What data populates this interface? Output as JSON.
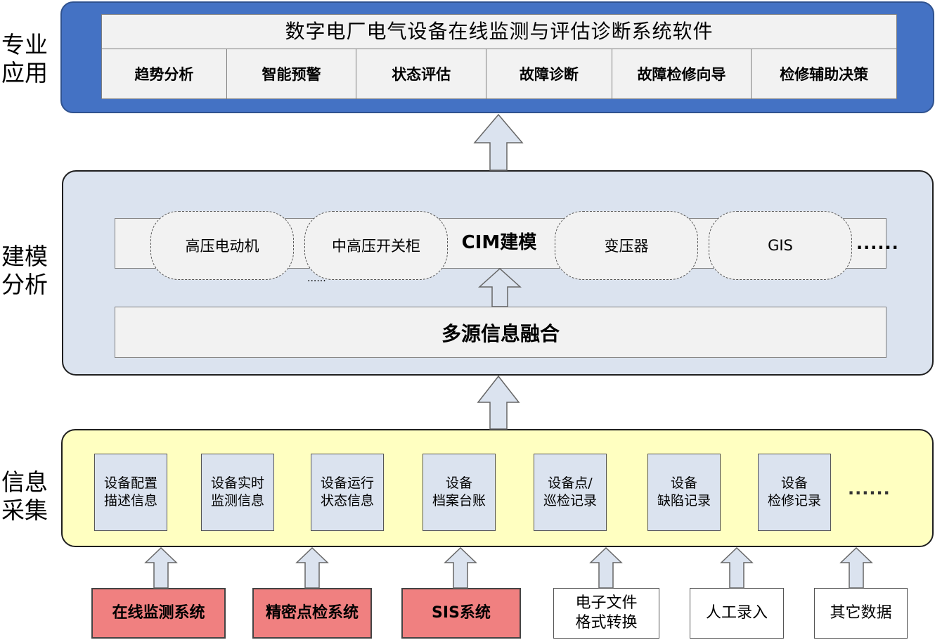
{
  "side_labels": {
    "application": "专业\n应用",
    "modeling": "建模\n分析",
    "collection": "信息\n采集"
  },
  "application_layer": {
    "title": "数字电厂电气设备在线监测与评估诊断系统软件",
    "functions": [
      "趋势分析",
      "智能预警",
      "状态评估",
      "故障诊断",
      "故障检修向导",
      "检修辅助决策"
    ]
  },
  "modeling_layer": {
    "cim_title": "CIM建模",
    "devices": [
      "高压电动机",
      "中高压开关柜",
      "变压器",
      "GIS"
    ],
    "more_devices": "......",
    "more_small": "......",
    "fusion": "多源信息融合"
  },
  "collection_layer": {
    "items": [
      "设备配置\n描述信息",
      "设备实时\n监测信息",
      "设备运行\n状态信息",
      "设备\n档案台账",
      "设备点/\n巡检记录",
      "设备\n缺陷记录",
      "设备\n检修记录"
    ],
    "more": "......"
  },
  "sources": [
    {
      "label": "在线监测系统",
      "highlight": true
    },
    {
      "label": "精密点检系统",
      "highlight": true
    },
    {
      "label": "SIS系统",
      "highlight": true
    },
    {
      "label": "电子文件\n格式转换",
      "highlight": false
    },
    {
      "label": "人工录入",
      "highlight": false
    },
    {
      "label": "其它数据",
      "highlight": false
    }
  ],
  "colors": {
    "application_bg": "#4472c4",
    "modeling_bg": "#dbe3ef",
    "collection_bg": "#ffffc1",
    "source_highlight": "#f08080",
    "arrow_fill": "#dbe3ef"
  }
}
